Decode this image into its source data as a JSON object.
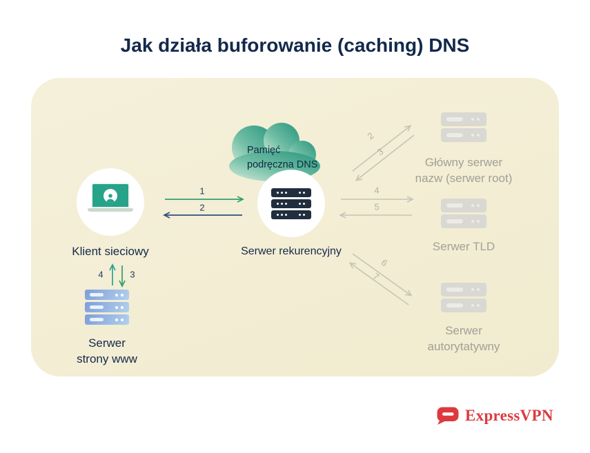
{
  "title": "Jak działa buforowanie (caching) DNS",
  "panel": {
    "cloud": {
      "label": "Pamięć podręczna DNS"
    },
    "nodes": {
      "client": {
        "label": "Klient sieciowy"
      },
      "recursive": {
        "label": "Serwer rekurencyjny"
      },
      "root": {
        "label_line1": "Główny serwer",
        "label_line2": "nazw (serwer root)"
      },
      "tld": {
        "label": "Serwer TLD"
      },
      "authoritative": {
        "label_line1": "Serwer",
        "label_line2": "autorytatywny"
      },
      "web": {
        "label_line1": "Serwer",
        "label_line2": "strony www"
      }
    },
    "arrows": {
      "client_to_recursive": "1",
      "recursive_to_client": "2",
      "recursive_to_root": "2",
      "root_to_recursive": "3",
      "recursive_to_tld": "4",
      "tld_to_recursive": "5",
      "recursive_to_authoritative": "6",
      "authoritative_to_recursive": "7",
      "web_to_client": "4",
      "client_to_web": "3"
    }
  },
  "footer": {
    "brand": "ExpressVPN"
  },
  "colors": {
    "accent_green": "#2f9e6f",
    "accent_navy": "#2f4e7e",
    "accent_teal": "#2aa28c",
    "neutral_gray": "#c8c4b4",
    "brand_red": "#dc3a3f",
    "panel_cream": "#f2edd4",
    "title_navy": "#13294b"
  }
}
